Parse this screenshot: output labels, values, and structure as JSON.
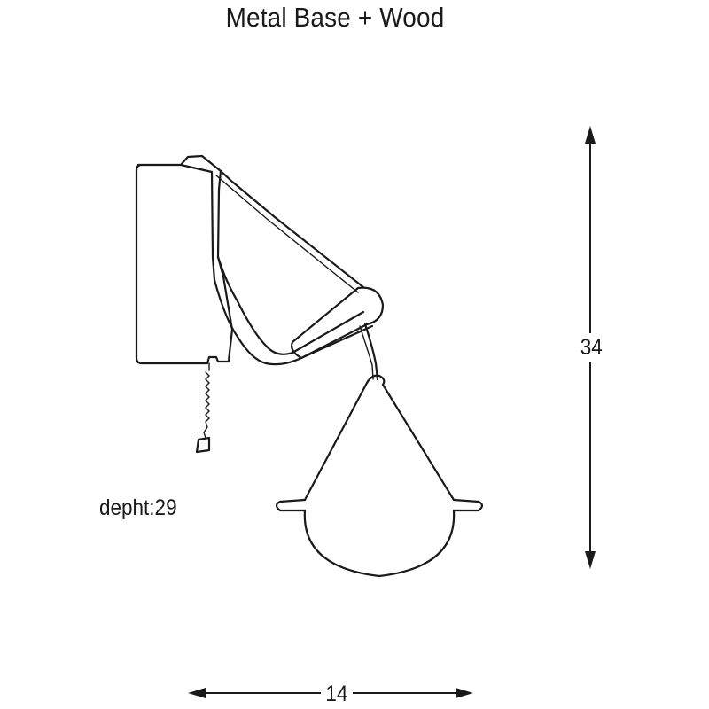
{
  "title": "Metal Base + Wood",
  "depth_label": "depht:29",
  "dimensions": {
    "height": "34",
    "width": "14"
  }
}
